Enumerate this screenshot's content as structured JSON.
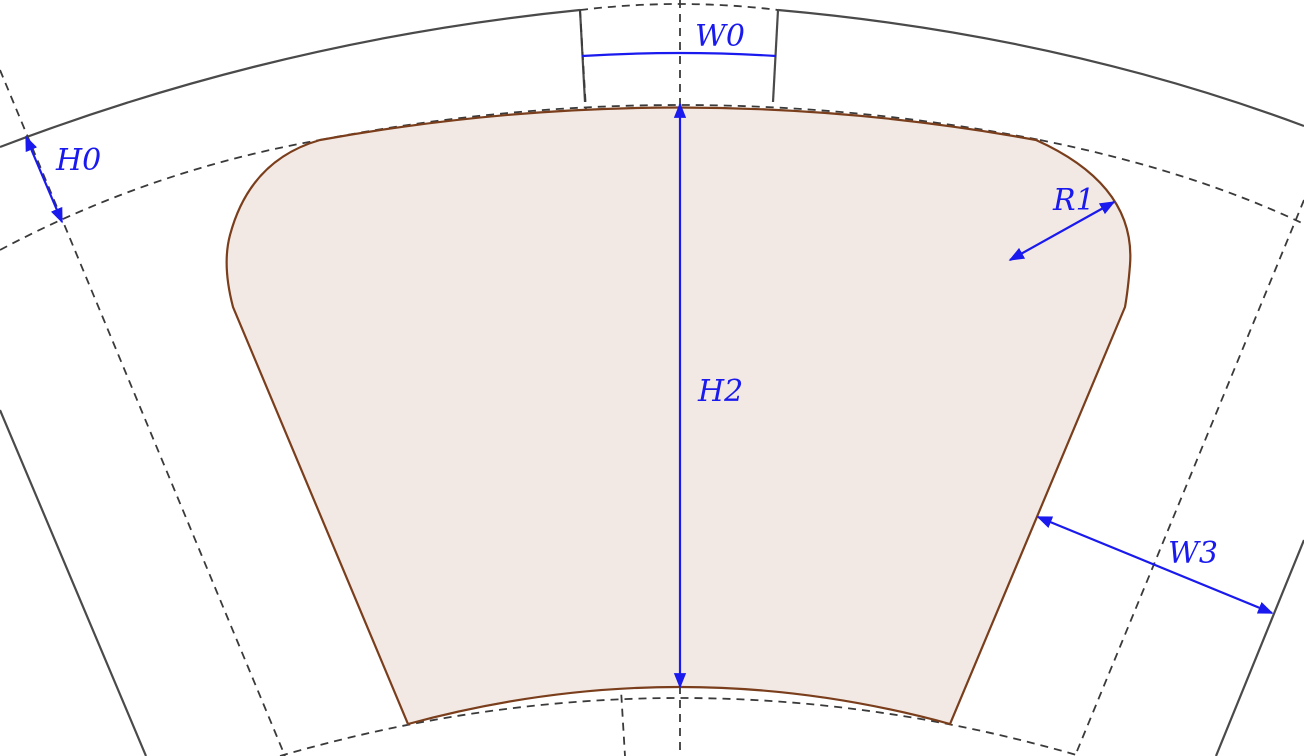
{
  "diagram": {
    "labels": {
      "w0": "W0",
      "h0": "H0",
      "h2": "H2",
      "r1": "R1",
      "w3": "W3"
    },
    "colors": {
      "dimension": "#1a1aee",
      "slot_fill": "#f3e9e4",
      "slot_stroke": "#7a3e1c",
      "outline": "#4a4a4a",
      "construction": "#3a3a3a"
    }
  }
}
